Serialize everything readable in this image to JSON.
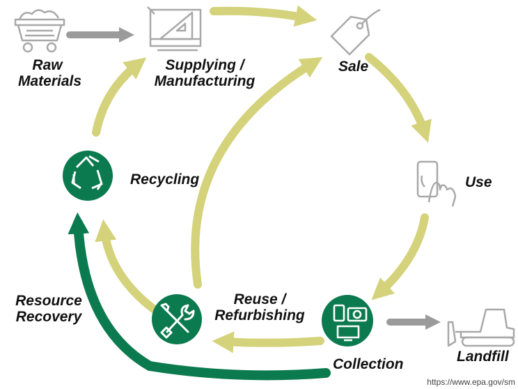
{
  "colors": {
    "loop_arrow": "#d4d27a",
    "recovery_arrow": "#0b7a4e",
    "circle_fill": "#0b7a4e",
    "landfill_arrow": "#9b9b9b",
    "icon_outline": "#a8a8a8"
  },
  "stages": {
    "raw_materials": {
      "line1": "Raw",
      "line2": "Materials",
      "icon": "mine-cart-icon"
    },
    "supplying": {
      "line1": "Supplying /",
      "line2": "Manufacturing",
      "icon": "blueprint-icon"
    },
    "sale": {
      "label": "Sale",
      "icon": "price-tag-icon"
    },
    "use": {
      "label": "Use",
      "icon": "smartphone-tap-icon"
    },
    "collection": {
      "label": "Collection",
      "icon": "devices-icon"
    },
    "reuse": {
      "line1": "Reuse /",
      "line2": "Refurbishing",
      "icon": "tools-icon"
    },
    "recycling": {
      "label": "Recycling",
      "icon": "recycle-icon"
    },
    "resource_recovery": {
      "line1": "Resource",
      "line2": "Recovery"
    },
    "landfill": {
      "label": "Landfill",
      "icon": "bulldozer-icon"
    }
  },
  "source_url": "https://www.epa.gov/sm"
}
